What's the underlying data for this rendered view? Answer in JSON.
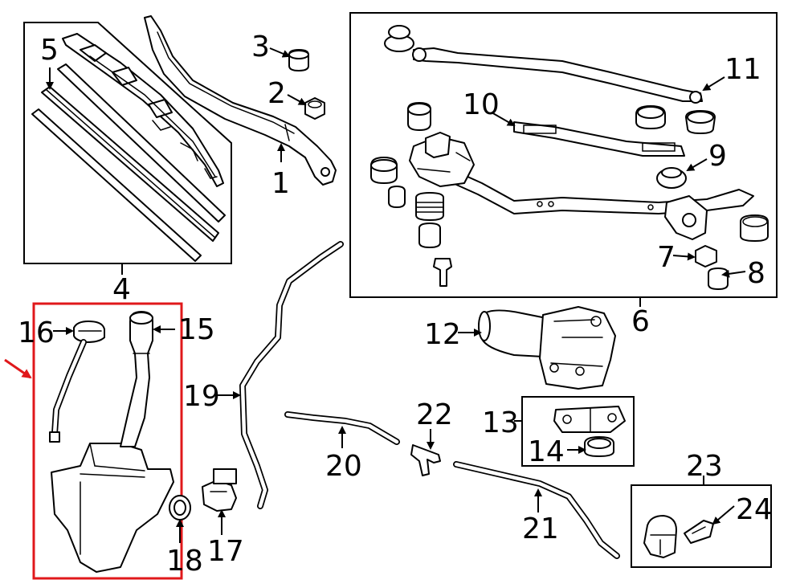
{
  "callouts": [
    {
      "id": "c1",
      "text": "1"
    },
    {
      "id": "c2",
      "text": "2"
    },
    {
      "id": "c3",
      "text": "3"
    },
    {
      "id": "c4",
      "text": "4"
    },
    {
      "id": "c5",
      "text": "5"
    },
    {
      "id": "c6",
      "text": "6"
    },
    {
      "id": "c7",
      "text": "7"
    },
    {
      "id": "c8",
      "text": "8"
    },
    {
      "id": "c9",
      "text": "9"
    },
    {
      "id": "c10",
      "text": "10"
    },
    {
      "id": "c11",
      "text": "11"
    },
    {
      "id": "c12",
      "text": "12"
    },
    {
      "id": "c13",
      "text": "13"
    },
    {
      "id": "c14",
      "text": "14"
    },
    {
      "id": "c15",
      "text": "15"
    },
    {
      "id": "c16",
      "text": "16"
    },
    {
      "id": "c17",
      "text": "17"
    },
    {
      "id": "c18",
      "text": "18"
    },
    {
      "id": "c19",
      "text": "19"
    },
    {
      "id": "c20",
      "text": "20"
    },
    {
      "id": "c21",
      "text": "21"
    },
    {
      "id": "c22",
      "text": "22"
    },
    {
      "id": "c23",
      "text": "23"
    },
    {
      "id": "c24",
      "text": "24"
    }
  ],
  "colors": {
    "line": "#000000",
    "highlight": "#e0181b",
    "background": "#ffffff"
  }
}
